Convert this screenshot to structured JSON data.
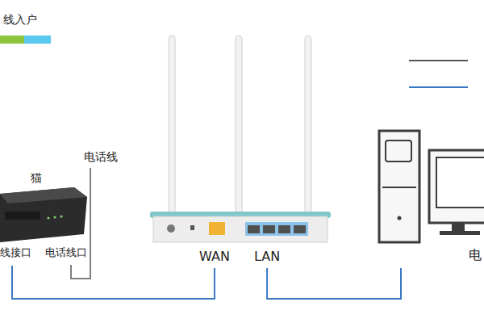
{
  "diagram": {
    "nodes": [
      {
        "text": [
          "猫",
          "线接口",
          "电话线口"
        ]
      },
      {
        "text": [
          "WAN",
          "LAN"
        ]
      },
      {
        "text": [
          "电"
        ]
      }
    ],
    "edges": [
      {
        "from": 0,
        "to": 1,
        "arrow": "none"
      },
      {
        "from": 1,
        "to": 2,
        "arrow": "none"
      }
    ],
    "labels": [
      "电话线"
    ],
    "legend": [
      {
        "text": "线入户"
      }
    ]
  }
}
